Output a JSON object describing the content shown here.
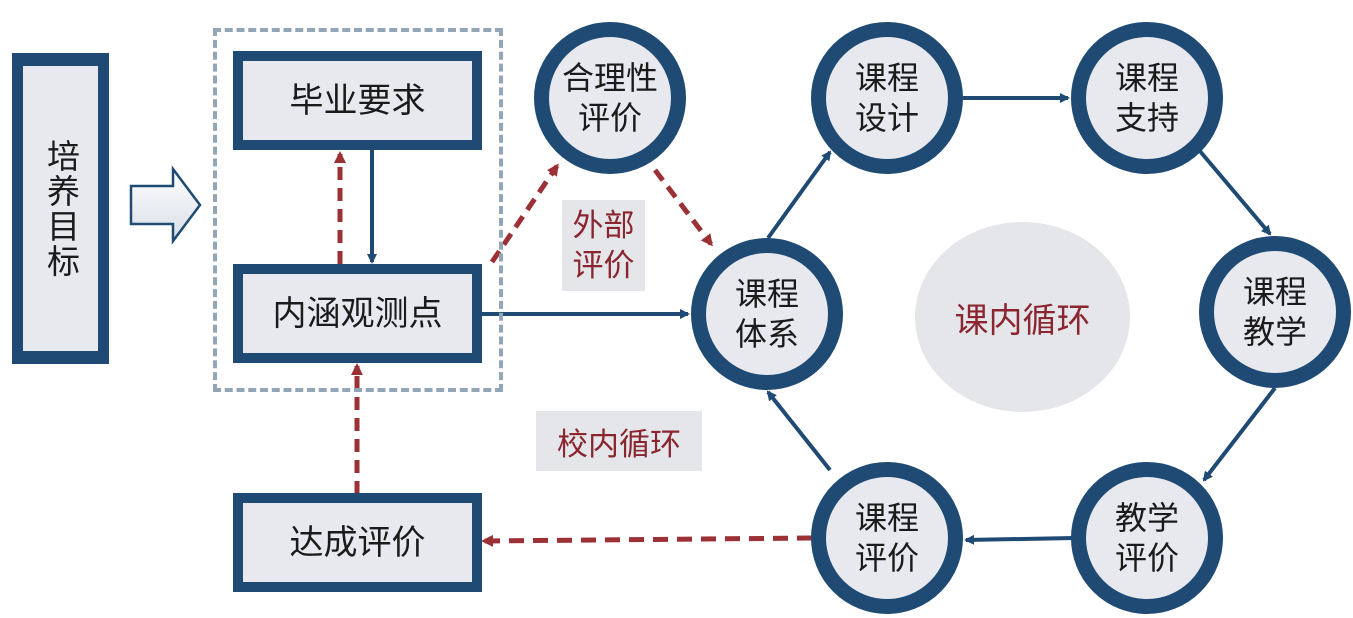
{
  "colors": {
    "navy": "#1f4a74",
    "red_dashed": "#9b3035",
    "fill": "#e7e9ef",
    "label_text": "#8b2630"
  },
  "goal": "培养目标",
  "boxes": {
    "graduation_requirements": "毕业要求",
    "indicators": "内涵观测点",
    "achievement_evaluation": "达成评价"
  },
  "circles": {
    "rationality_evaluation": "合理性\n评价",
    "course_system": "课程\n体系",
    "course_design": "课程\n设计",
    "course_support": "课程\n支持",
    "course_teaching": "课程\n教学",
    "teaching_evaluation": "教学\n评价",
    "course_evaluation": "课程\n评价"
  },
  "labels": {
    "external_evaluation": "外部\n评价",
    "in_school_cycle": "校内循环",
    "in_course_cycle": "课内循环"
  }
}
